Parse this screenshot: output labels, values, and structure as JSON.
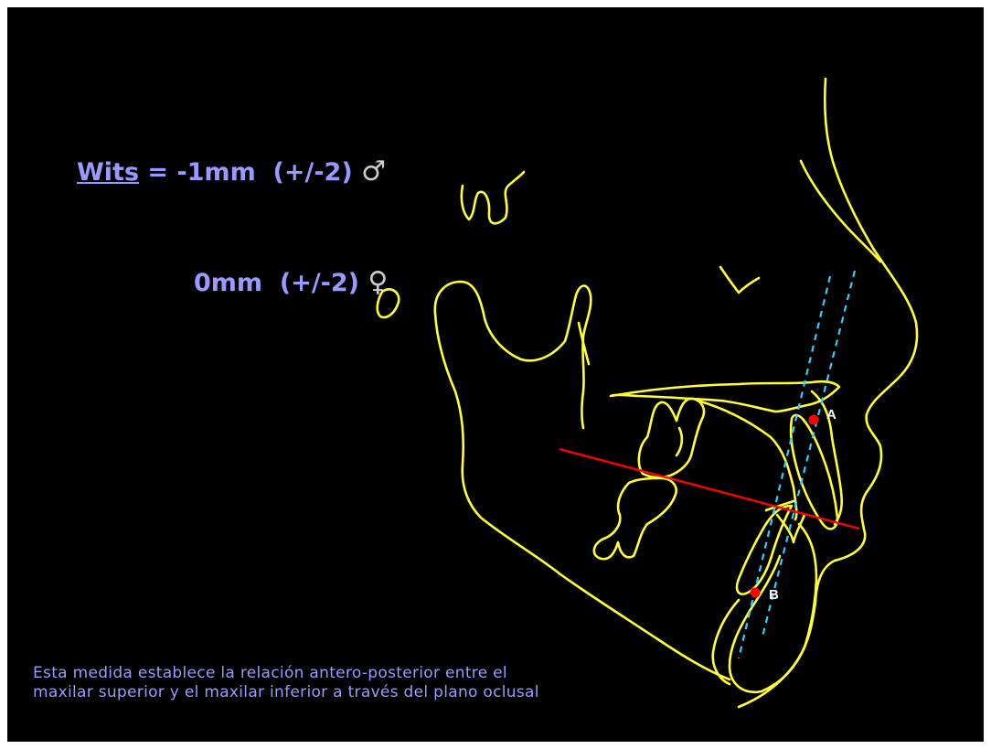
{
  "title": {
    "wits_label": "Wits",
    "male_value": " = -1mm  (+/-2) ",
    "male_symbol": "♂",
    "female_value": "0mm  (+/-2) ",
    "female_symbol": "♀"
  },
  "caption": "Esta medida establece la relación antero-posterior entre el maxilar superior y el maxilar inferior a través del plano oclusal",
  "points": {
    "a_label": "A",
    "b_label": "B"
  },
  "colors": {
    "background": "#000000",
    "tracing": "#ffff33",
    "occlusal_plane": "#ff0000",
    "projection_lines": "#33ccff",
    "text": "#9999ff",
    "points": "#ff0000"
  }
}
